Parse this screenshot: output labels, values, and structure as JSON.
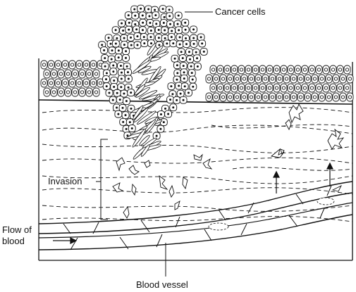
{
  "labels": {
    "cancer_cells": "Cancer cells",
    "invasion": "Invasion",
    "flow_line1": "Flow of",
    "flow_line2": "blood",
    "blood_vessel": "Blood vessel"
  },
  "colors": {
    "ink": "#111111",
    "background": "#ffffff"
  }
}
